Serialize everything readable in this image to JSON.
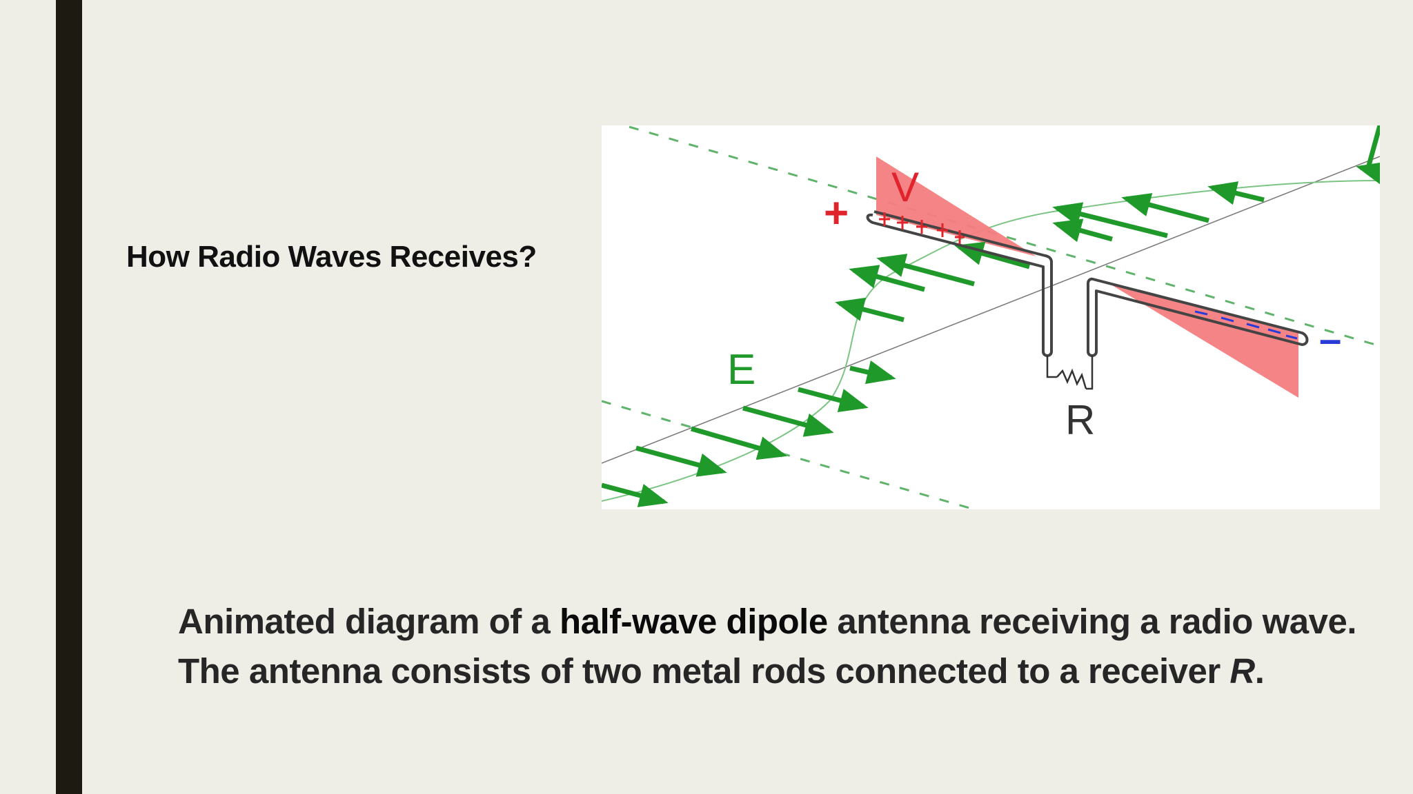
{
  "slide": {
    "title": "How Radio Waves Receives?",
    "caption": {
      "part1": "Animated diagram of a ",
      "emphasis": "half-wave dipole",
      "part2": " antenna receiving a radio wave. The antenna consists of two metal rods connected to a receiver ",
      "receiver_symbol": "R",
      "part3": "."
    }
  },
  "diagram": {
    "labels": {
      "voltage": "V",
      "field": "E",
      "receiver": "R",
      "positive": "+",
      "negative": "–"
    },
    "colors": {
      "field_arrows": "#1f9a2a",
      "voltage_fill": "#f47d80",
      "positive_charge": "#e0242c",
      "negative_charge": "#2b3bd6",
      "background": "#eeede6",
      "accent_bar": "#1d1b11"
    }
  }
}
